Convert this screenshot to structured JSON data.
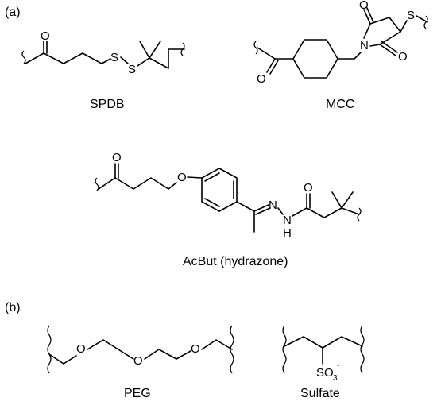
{
  "panels": {
    "a": "(a)",
    "b": "(b)"
  },
  "structures": {
    "spdb": {
      "caption": "SPDB",
      "atoms": {
        "O": "O",
        "S1": "S",
        "S2": "S"
      }
    },
    "mcc": {
      "caption": "MCC",
      "atoms": {
        "O_carbonyl": "O",
        "N": "N",
        "O_top": "O",
        "O_right": "O",
        "S": "S"
      }
    },
    "acbut": {
      "caption": "AcBut (hydrazone)",
      "atoms": {
        "O_carbonyl": "O",
        "O_ether": "O",
        "N1": "N",
        "N2": "N",
        "H": "H",
        "O_amide": "O"
      }
    },
    "peg": {
      "caption": "PEG",
      "atoms": {
        "O1": "O",
        "O2": "O",
        "O3": "O"
      }
    },
    "sulfate": {
      "caption": "Sulfate",
      "atoms": {
        "SO": "SO",
        "sub3": "3",
        "charge": "-"
      }
    }
  }
}
